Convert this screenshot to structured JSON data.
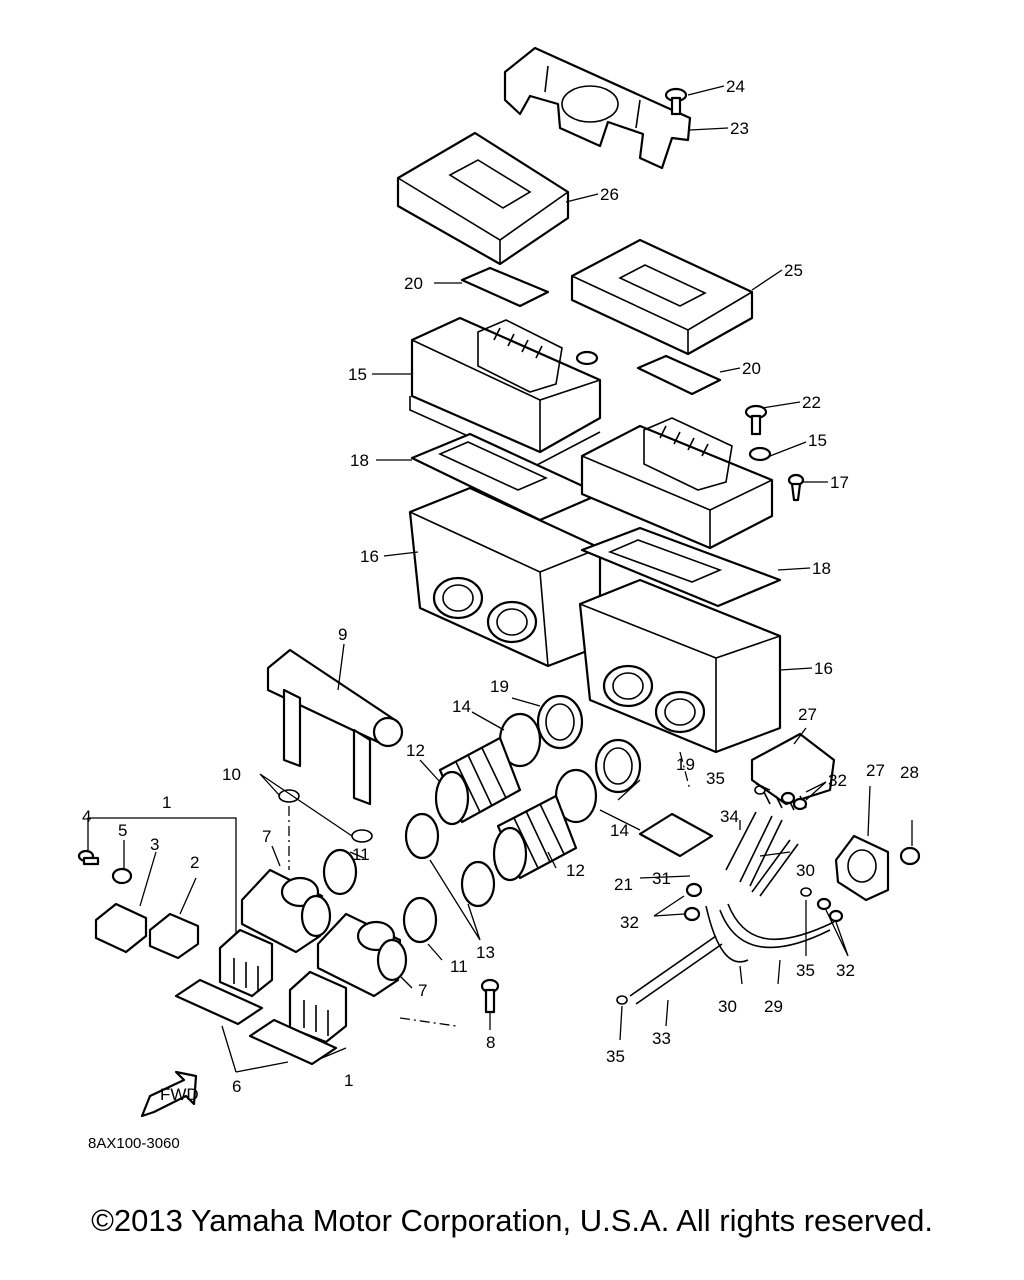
{
  "diagram": {
    "code": "8AX100-3060",
    "fwd_label": "FWD",
    "callouts": [
      {
        "id": "c24",
        "label": "24"
      },
      {
        "id": "c23",
        "label": "23"
      },
      {
        "id": "c26",
        "label": "26"
      },
      {
        "id": "c25",
        "label": "25"
      },
      {
        "id": "c20a",
        "label": "20"
      },
      {
        "id": "c20b",
        "label": "20"
      },
      {
        "id": "c15a",
        "label": "15"
      },
      {
        "id": "c15b",
        "label": "15"
      },
      {
        "id": "c22",
        "label": "22"
      },
      {
        "id": "c18a",
        "label": "18"
      },
      {
        "id": "c18b",
        "label": "18"
      },
      {
        "id": "c17",
        "label": "17"
      },
      {
        "id": "c16a",
        "label": "16"
      },
      {
        "id": "c16b",
        "label": "16"
      },
      {
        "id": "c9",
        "label": "9"
      },
      {
        "id": "c19a",
        "label": "19"
      },
      {
        "id": "c19b",
        "label": "19"
      },
      {
        "id": "c27a",
        "label": "27"
      },
      {
        "id": "c27b",
        "label": "27"
      },
      {
        "id": "c14a",
        "label": "14"
      },
      {
        "id": "c14b",
        "label": "14"
      },
      {
        "id": "c12a",
        "label": "12"
      },
      {
        "id": "c12b",
        "label": "12"
      },
      {
        "id": "c10",
        "label": "10"
      },
      {
        "id": "c1a",
        "label": "1"
      },
      {
        "id": "c1b",
        "label": "1"
      },
      {
        "id": "c4",
        "label": "4"
      },
      {
        "id": "c5",
        "label": "5"
      },
      {
        "id": "c3",
        "label": "3"
      },
      {
        "id": "c2",
        "label": "2"
      },
      {
        "id": "c7a",
        "label": "7"
      },
      {
        "id": "c7b",
        "label": "7"
      },
      {
        "id": "c11a",
        "label": "11"
      },
      {
        "id": "c11b",
        "label": "11"
      },
      {
        "id": "c13",
        "label": "13"
      },
      {
        "id": "c8",
        "label": "8"
      },
      {
        "id": "c6",
        "label": "6"
      },
      {
        "id": "c35a",
        "label": "35"
      },
      {
        "id": "c35b",
        "label": "35"
      },
      {
        "id": "c35c",
        "label": "35"
      },
      {
        "id": "c34",
        "label": "34"
      },
      {
        "id": "c32a",
        "label": "32"
      },
      {
        "id": "c32b",
        "label": "32"
      },
      {
        "id": "c32c",
        "label": "32"
      },
      {
        "id": "c28",
        "label": "28"
      },
      {
        "id": "c21",
        "label": "21"
      },
      {
        "id": "c31",
        "label": "31"
      },
      {
        "id": "c30a",
        "label": "30"
      },
      {
        "id": "c30b",
        "label": "30"
      },
      {
        "id": "c29",
        "label": "29"
      },
      {
        "id": "c33",
        "label": "33"
      }
    ]
  },
  "footer": {
    "copyright": "©2013 Yamaha Motor Corporation, U.S.A. All rights reserved."
  }
}
